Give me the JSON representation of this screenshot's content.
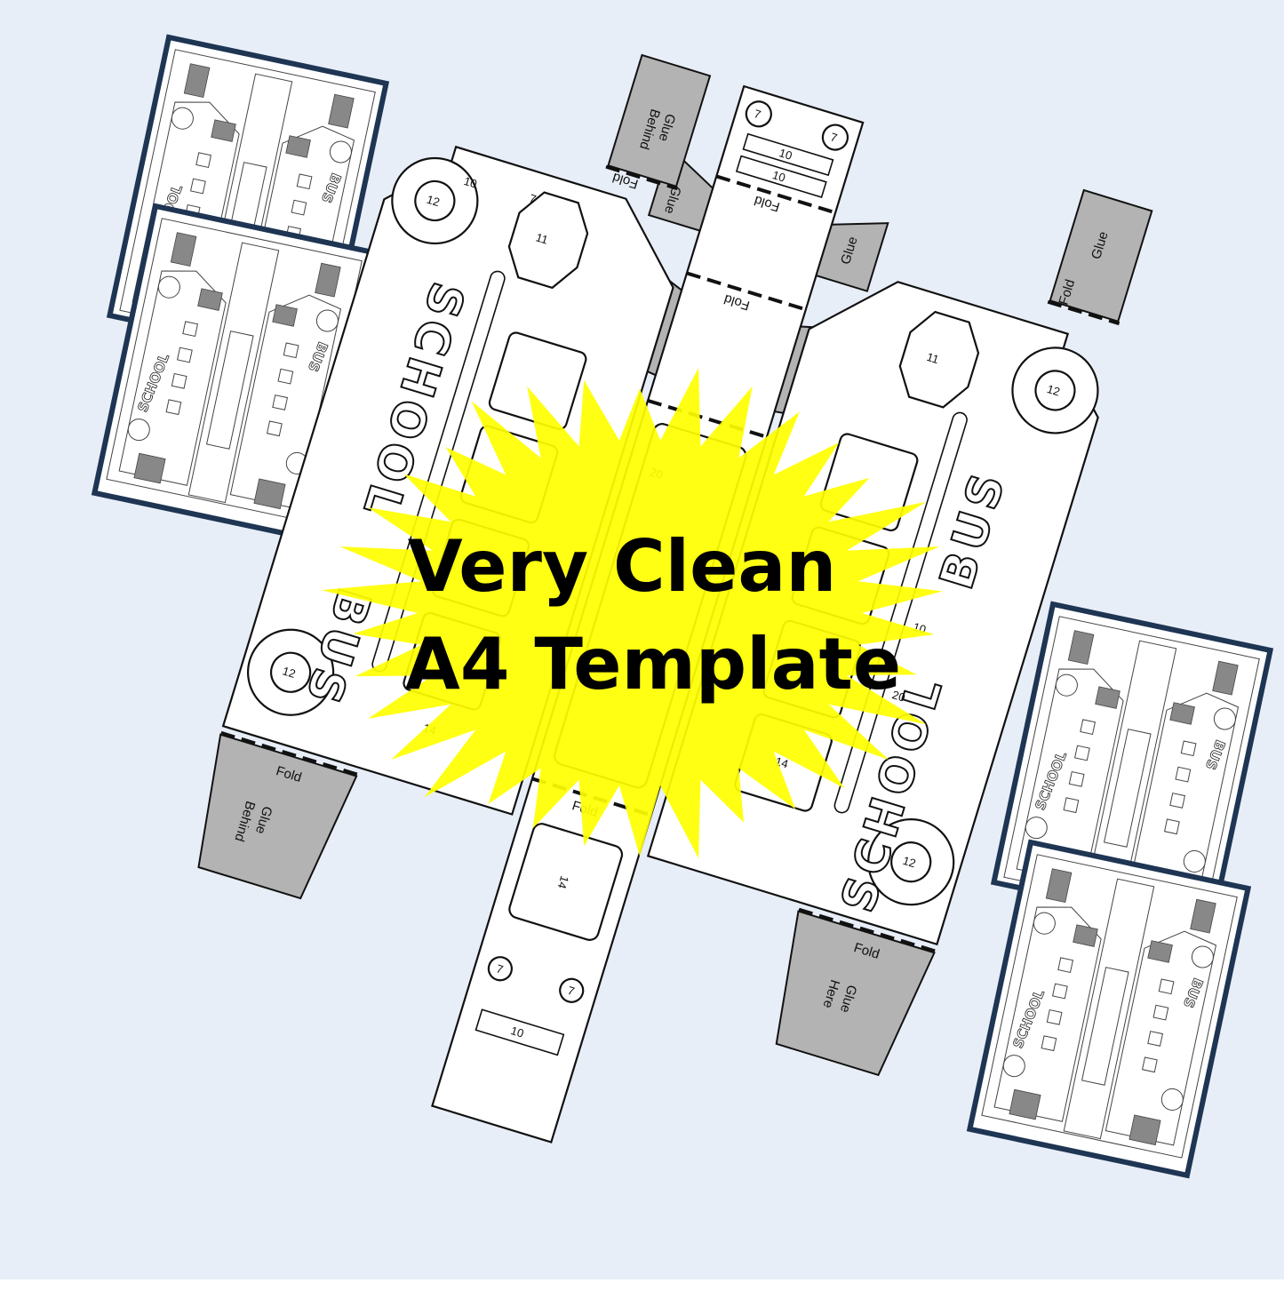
{
  "headline": {
    "line1": "Very Clean",
    "line2": "A4 Template"
  },
  "template_labels": {
    "fold": "Fold",
    "glue": "Glue",
    "glue_behind_line1": "Glue",
    "glue_behind_line2": "Behind",
    "glue_here_line1": "Glue",
    "glue_here_line2": "Here",
    "side_word_1": "SCHOOL",
    "side_word_2": "BUS",
    "n7": "7",
    "n10": "10",
    "n11": "11",
    "n12": "12",
    "n14": "14",
    "n20": "20"
  },
  "colors": {
    "background": "#e8eef7",
    "starburst": "#ffff00",
    "glue_tab": "#b3b3b3",
    "thumbnail_frame": "#1e3553"
  },
  "icons": [
    "stop-sign-hand-icon",
    "starburst-badge"
  ]
}
